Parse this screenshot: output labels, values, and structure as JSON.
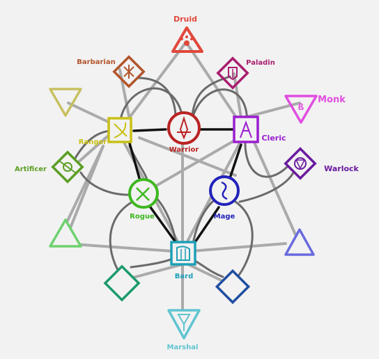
{
  "classes": {
    "druid": {
      "name": "Druid",
      "color": "#e0483c"
    },
    "barbarian": {
      "name": "Barbarian",
      "color": "#b2552c"
    },
    "paladin": {
      "name": "Paladin",
      "color": "#a81e6e"
    },
    "monk": {
      "name": "Monk",
      "color": "#e04ee0"
    },
    "ranger": {
      "name": "Ranger",
      "color": "#c9c015"
    },
    "warrior": {
      "name": "Warrior",
      "color": "#bb2222"
    },
    "cleric": {
      "name": "Cleric",
      "color": "#9a1ed0"
    },
    "warlock": {
      "name": "Warlock",
      "color": "#6a1a9e"
    },
    "artificer": {
      "name": "Artificer",
      "color": "#5c9e24"
    },
    "rogue": {
      "name": "Rogue",
      "color": "#3cb81e"
    },
    "mage": {
      "name": "Mage",
      "color": "#2222bb"
    },
    "bard": {
      "name": "Bard",
      "color": "#1ea0b8"
    },
    "marshal": {
      "name": "Marshal",
      "color": "#60c4d0"
    }
  },
  "unlabeled_colors": {
    "left_triangle": "#c8c060",
    "lower_left_triangle": "#6ed16e",
    "lower_right_triangle": "#6a6ae0",
    "left_diamond": "#1a9a6a",
    "right_diamond": "#1e4ea0"
  },
  "line_colors": {
    "outer": "#aaaaaa",
    "curve": "#6a6a6a",
    "inner": "#111111"
  }
}
